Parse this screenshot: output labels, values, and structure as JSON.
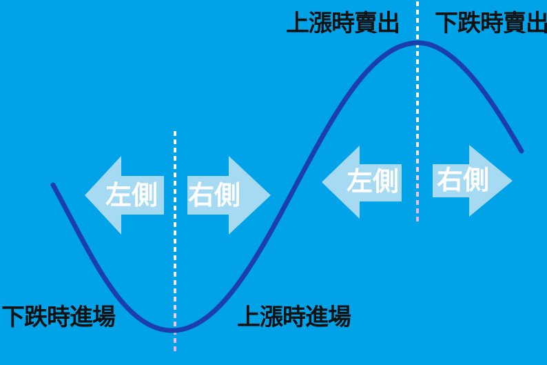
{
  "diagram": {
    "type": "market-cycle-wave",
    "labels": {
      "top_left": "上漲時賣出",
      "top_right": "下跌時賣出",
      "bottom_left": "下跌時進場",
      "bottom_mid": "上漲時進場"
    },
    "arrows": [
      {
        "label": "左側",
        "direction": "left",
        "zone": "before-trough"
      },
      {
        "label": "右側",
        "direction": "right",
        "zone": "after-trough"
      },
      {
        "label": "左側",
        "direction": "left",
        "zone": "before-peak"
      },
      {
        "label": "右側",
        "direction": "right",
        "zone": "after-peak"
      }
    ]
  },
  "colors": {
    "background": "#00A2E8",
    "curve": "#1B3EAC",
    "arrow_fill": "#A6DAF3",
    "arrow_text": "#FFFFFF",
    "label_text": "#111111",
    "dash_top": "#FFFFFF",
    "dash_bottom": "#E3AFEA"
  }
}
